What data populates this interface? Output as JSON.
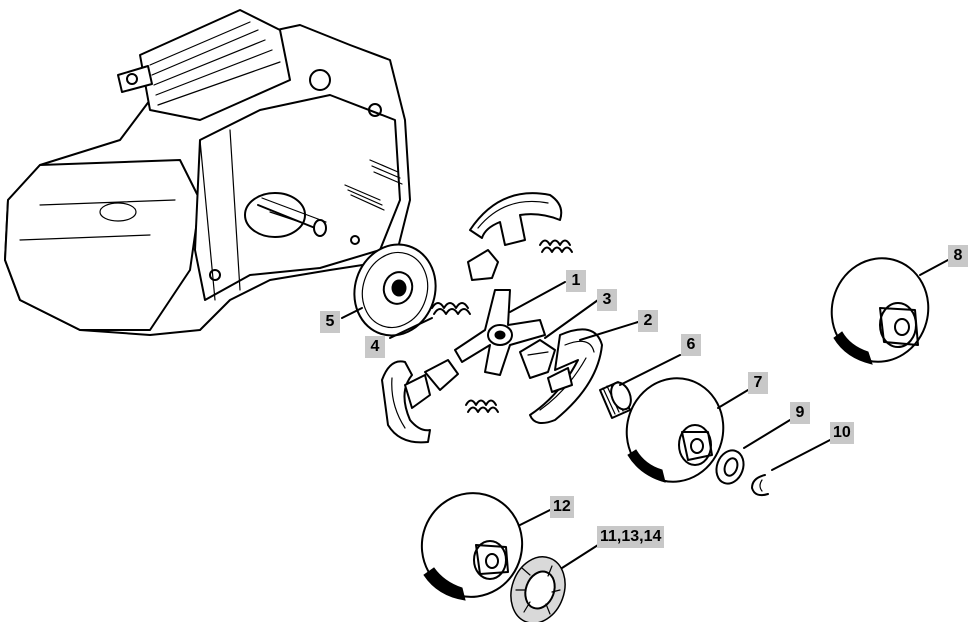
{
  "diagram": {
    "labels": [
      {
        "id": "1",
        "text": "1"
      },
      {
        "id": "2",
        "text": "2"
      },
      {
        "id": "3",
        "text": "3"
      },
      {
        "id": "4",
        "text": "4"
      },
      {
        "id": "5",
        "text": "5"
      },
      {
        "id": "6",
        "text": "6"
      },
      {
        "id": "7",
        "text": "7"
      },
      {
        "id": "8",
        "text": "8"
      },
      {
        "id": "9",
        "text": "9"
      },
      {
        "id": "10",
        "text": "10"
      },
      {
        "id": "11-13-14",
        "text": "11,13,14"
      },
      {
        "id": "12",
        "text": "12"
      }
    ]
  }
}
